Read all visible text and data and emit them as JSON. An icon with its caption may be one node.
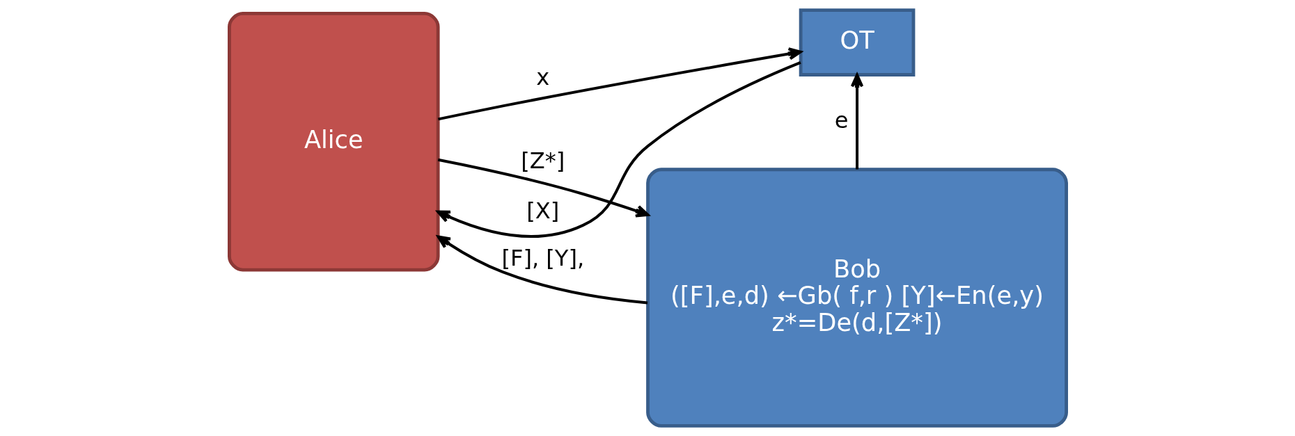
{
  "diagram": {
    "nodes": [
      {
        "text": [
          "Alice"
        ]
      },
      {
        "text": [
          "OT"
        ]
      },
      {
        "text": [
          "Bob",
          "([F],e,d) ←Gb( f,r ) [Y]←En(e,y)",
          "z*=De(d,[Z*])"
        ]
      }
    ],
    "edges": [
      {
        "from": 0,
        "to": 1,
        "arrow": "to",
        "label": "x"
      },
      {
        "from": 1,
        "to": 0,
        "arrow": "to",
        "label": "[X]"
      },
      {
        "from": 2,
        "to": 1,
        "arrow": "to",
        "label": "e"
      },
      {
        "from": 2,
        "to": 0,
        "arrow": "to",
        "label": "[F], [Y],"
      },
      {
        "from": 0,
        "to": 2,
        "arrow": "to",
        "label": "[Z*]"
      }
    ]
  }
}
